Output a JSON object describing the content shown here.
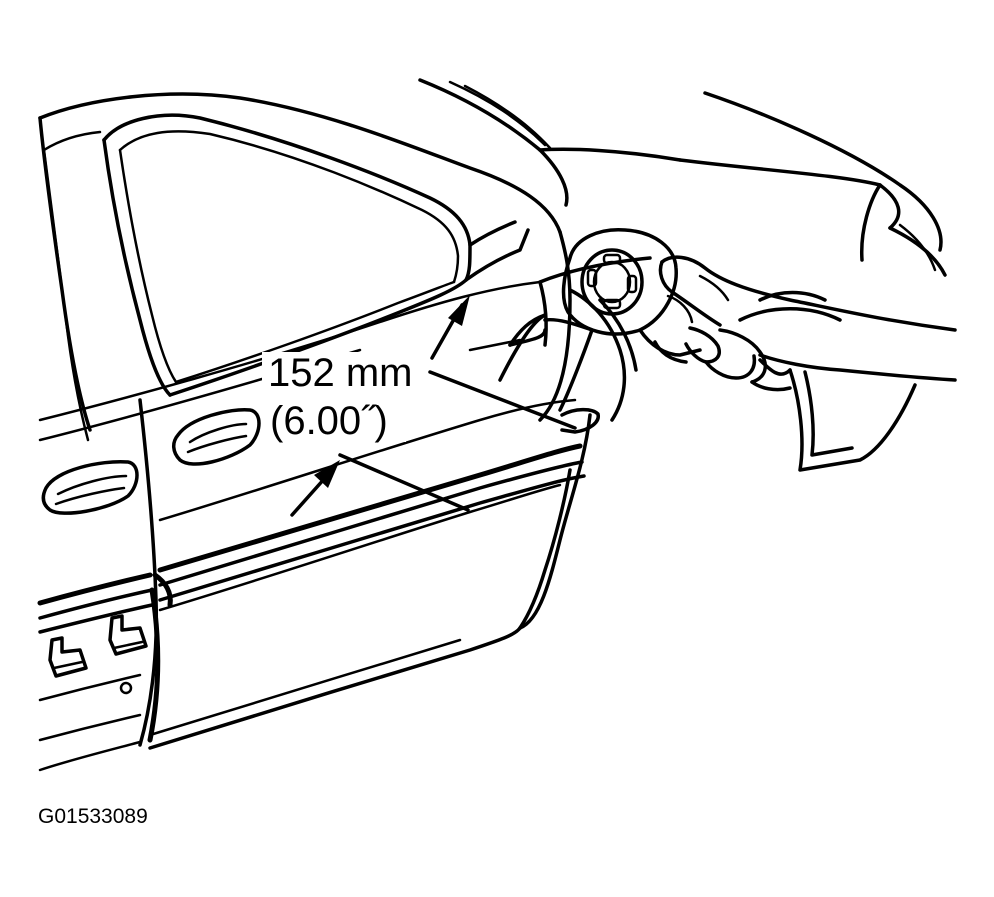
{
  "callout": {
    "metric": "152 mm",
    "imperial": "(6.00˝)"
  },
  "figure_id": "G01533089",
  "icons": {
    "tool": "heat-gun-icon",
    "hand": "hand-icon"
  },
  "colors": {
    "ink": "#000000",
    "paper": "#ffffff"
  }
}
